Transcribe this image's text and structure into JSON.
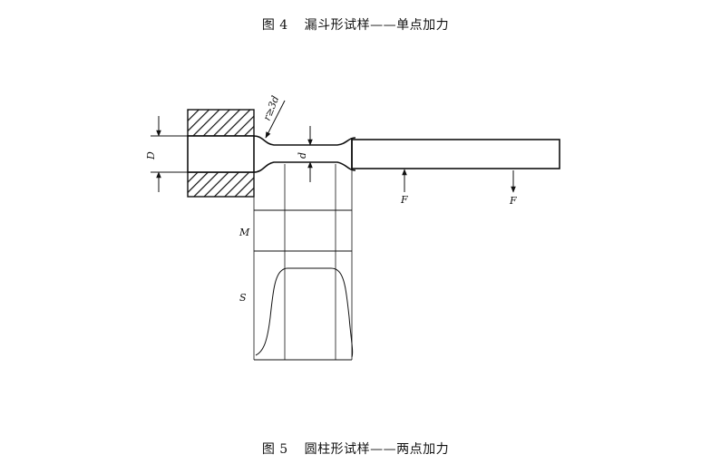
{
  "captions": {
    "top": {
      "number": "图 4",
      "title": "漏斗形试样——单点加力"
    },
    "bottom": {
      "number": "图 5",
      "title": "圆柱形试样——两点加力"
    }
  },
  "labels": {
    "diameter_outer": "D",
    "diameter_neck": "d",
    "radius": "r≥3d",
    "force_1": "F",
    "force_2": "F",
    "moment": "M",
    "stress": "S"
  },
  "colors": {
    "ink": "#111111",
    "background": "#ffffff"
  }
}
